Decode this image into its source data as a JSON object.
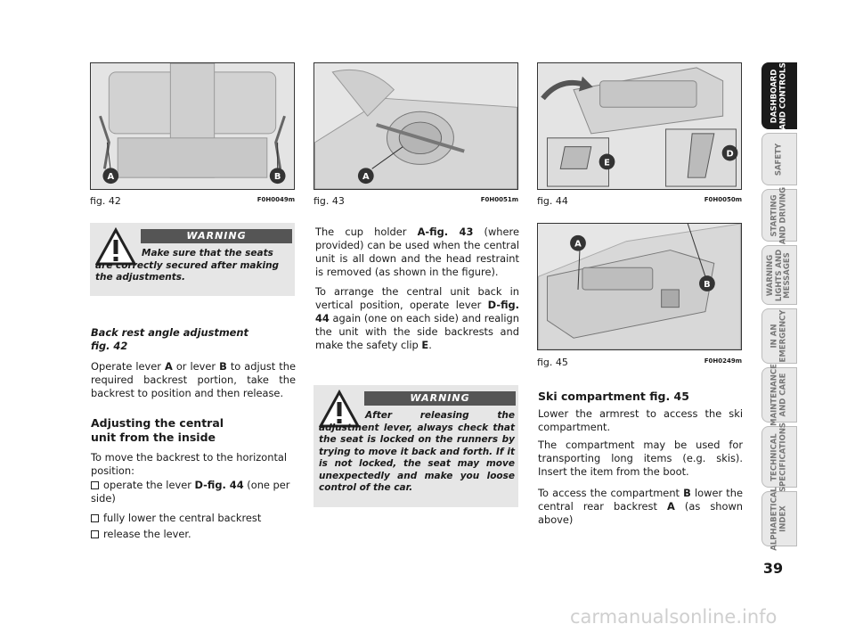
{
  "figures": {
    "fig42": {
      "label": "fig. 42",
      "code": "F0H0049m",
      "callouts": [
        "A",
        "B"
      ]
    },
    "fig43": {
      "label": "fig. 43",
      "code": "F0H0051m",
      "callouts": [
        "A"
      ]
    },
    "fig44": {
      "label": "fig. 44",
      "code": "F0H0050m",
      "callouts": [
        "E",
        "D"
      ]
    },
    "fig45": {
      "label": "fig. 45",
      "code": "F0H0249m",
      "callouts": [
        "A",
        "B"
      ]
    }
  },
  "warning1": {
    "title": "WARNING",
    "text": "Make sure that the seats are correctly secured after making the adjustments."
  },
  "warning2": {
    "title": "WARNING",
    "text": "After releasing the adjustment lever, always check that the seat is locked on the runners by trying to move it back and forth. If it is not locked, the seat may move unexpectedly and make you loose control of the car."
  },
  "col1": {
    "subtitle_line1": "Back rest angle adjustment",
    "subtitle_line2": "fig. 42",
    "para1_pre": "Operate lever ",
    "para1_a": "A",
    "para1_mid": " or lever ",
    "para1_b": "B",
    "para1_post": " to adjust the required backrest portion, take the backrest to position and then release.",
    "heading_line1": "Adjusting the central",
    "heading_line2": "unit from the inside",
    "para2": "To move the backrest to the horizontal position:",
    "bullet1_pre": "operate the lever ",
    "bullet1_ref": "D-fig. 44",
    "bullet1_post": " (one per side)",
    "bullet2": "fully lower the central backrest",
    "bullet3": "release the lever."
  },
  "col2": {
    "p1_pre": "The cup holder ",
    "p1_ref": "A-fig. 43",
    "p1_post": " (where provided) can be used when the central unit is all down and the head restraint is removed (as shown in the figure).",
    "p2_pre": "To arrange the central unit back in vertical position, operate lever ",
    "p2_ref": "D-fig. 44",
    "p2_mid": " again (one on each side) and realign the unit with the side backrests and make the safety clip ",
    "p2_ref2": "E",
    "p2_post": "."
  },
  "col3": {
    "heading": "Ski compartment fig. 45",
    "p1": "Lower the armrest to access the ski compartment.",
    "p2": "The compartment may be used for transporting long items (e.g. skis). Insert the item from the boot.",
    "p3_pre": "To access the compartment ",
    "p3_b": "B",
    "p3_mid": " lower the central rear backrest ",
    "p3_a": "A",
    "p3_post": " (as shown above)"
  },
  "sidebar": {
    "tabs": [
      "DASHBOARD\nAND CONTROLS",
      "SAFETY",
      "STARTING\nAND DRIVING",
      "WARNING\nLIGHTS AND\nMESSAGES",
      "IN AN\nEMERGENCY",
      "MAINTENANCE\nAND CARE",
      "TECHNICAL\nSPECIFICATIONS",
      "ALPHABETICAL\nINDEX"
    ],
    "active_index": 0
  },
  "page_number": "39",
  "watermark": "carmanualsonline.info",
  "colors": {
    "warning_bar": "#555555",
    "warning_box": "#e6e6e6",
    "active_tab": "#1a1a1a"
  }
}
